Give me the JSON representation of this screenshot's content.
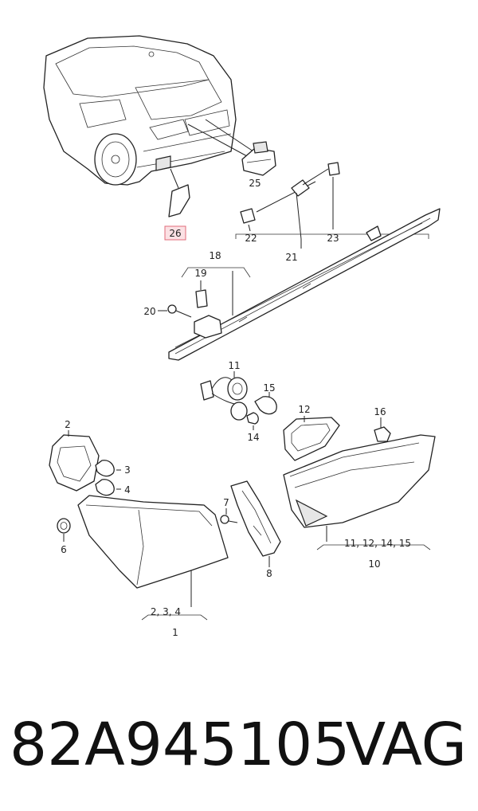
{
  "labels": {
    "l1": "1",
    "l2": "2",
    "l3": "3",
    "l4": "4",
    "l6": "6",
    "l7": "7",
    "l8": "8",
    "l10": "10",
    "l11": "11",
    "l12": "12",
    "l14": "14",
    "l15": "15",
    "l16": "16",
    "l18": "18",
    "l19": "19",
    "l20": "20",
    "l21": "21",
    "l22": "22",
    "l23": "23",
    "l25": "25",
    "l26": "26",
    "group1": "2, 3, 4",
    "group10": "11, 12, 14, 15"
  },
  "highlight": {
    "part": "26",
    "color": "#e06b7a"
  },
  "caption": {
    "part_number": "82A945105",
    "brand": "VAG"
  }
}
